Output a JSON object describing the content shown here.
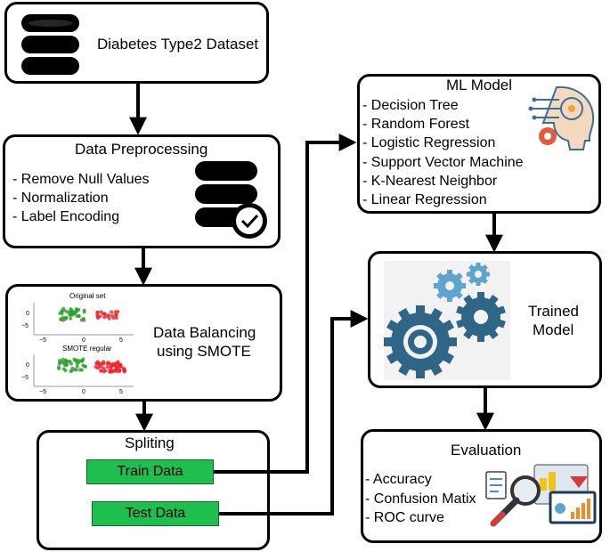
{
  "dataset": {
    "label": "Diabetes Type2 Dataset"
  },
  "preprocessing": {
    "title": "Data Preprocessing",
    "items": [
      "- Remove Null Values",
      "- Normalization",
      "- Label Encoding"
    ]
  },
  "balancing": {
    "label_line1": "Data Balancing",
    "label_line2": "using SMOTE",
    "plot_top_title": "Original set",
    "plot_bottom_title": "SMOTE regular",
    "y_ticks": [
      "0",
      "−5"
    ],
    "x_ticks": [
      "−5",
      "0",
      "5"
    ]
  },
  "splitting": {
    "title": "Spliting",
    "train_label": "Train Data",
    "test_label": "Test Data"
  },
  "ml_model": {
    "title": "ML Model",
    "items": [
      "- Decision Tree",
      "- Random Forest",
      "- Logistic Regression",
      "- Support Vector Machine",
      "- K-Nearest Neighbor",
      "- Linear Regression"
    ]
  },
  "trained": {
    "line1": "Trained",
    "line2": "Model"
  },
  "evaluation": {
    "title": "Evaluation",
    "items": [
      "- Accuracy",
      "- Confusion Matix",
      "- ROC curve"
    ]
  },
  "colors": {
    "green_box": "#1fbe4f",
    "gear_dark": "#2f6585",
    "gear_light": "#5fa3cf",
    "scatter_green": "#2e9e2e",
    "scatter_red": "#e8242a"
  },
  "icons": [
    "database-icon",
    "database-check-icon",
    "ai-head-icon",
    "gears-icon",
    "analytics-icon"
  ]
}
